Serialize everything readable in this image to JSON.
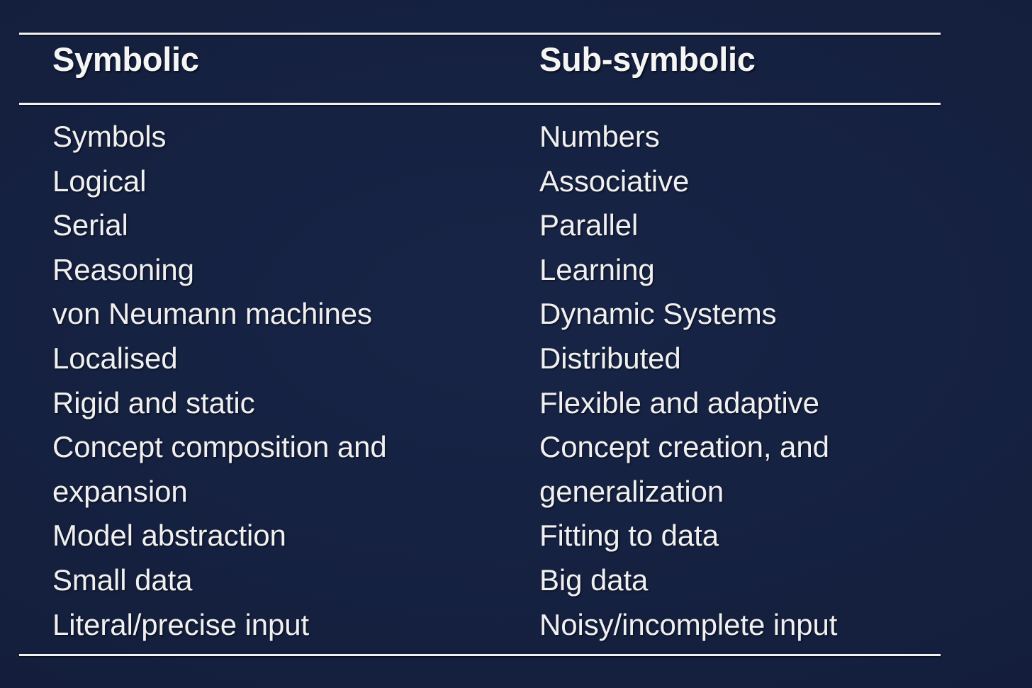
{
  "slide": {
    "background_color": "#141f3d",
    "text_color": "#f0f0f0",
    "rule_color": "#f2f2f2"
  },
  "table": {
    "columns": [
      {
        "header": "Symbolic",
        "items": [
          "Symbols",
          "Logical",
          "Serial",
          "Reasoning",
          "von Neumann machines",
          "Localised",
          "Rigid and static",
          "Concept composition and",
          "expansion",
          "Model abstraction",
          "Small data",
          "Literal/precise input"
        ]
      },
      {
        "header": "Sub-symbolic",
        "items": [
          "Numbers",
          "Associative",
          "Parallel",
          "Learning",
          "Dynamic Systems",
          "Distributed",
          "Flexible and adaptive",
          "Concept creation, and",
          "generalization",
          "Fitting to data",
          "Big data",
          "Noisy/incomplete input"
        ]
      }
    ]
  }
}
